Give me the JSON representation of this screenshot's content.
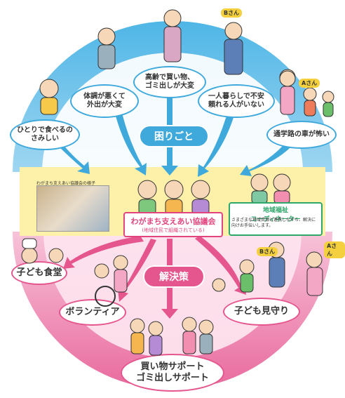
{
  "colors": {
    "blue": "#3fa9dc",
    "pink": "#e96a9e",
    "yellow": "#fde98a",
    "green": "#2ea76a",
    "header_pink": "#e2457e"
  },
  "problems": {
    "label": "困りごと",
    "items": [
      {
        "text": "ひとりで食べるの\nさみしい"
      },
      {
        "text": "体調が悪くて\n外出が大変"
      },
      {
        "text": "高齢で買い物、\nゴミ出しが大変"
      },
      {
        "text": "一人暮らしで不安\n頼れる人がいない"
      },
      {
        "text": "通学路の車が怖い"
      }
    ]
  },
  "badges": {
    "b_top": "Bさん",
    "a_top": "Aさん",
    "b_bottom": "Bさん",
    "a_bottom": "Aさん"
  },
  "council": {
    "photo_caption": "わがまち支えあい協議会の様子",
    "title": "わがまち支えあい協議会",
    "subtitle": "(地域住民で組織されている)"
  },
  "coordinator": {
    "title_line1": "地域福祉",
    "title_line2": "コーディネーター",
    "desc": "さまざまな地域資源と連携しながら、解決に向けお手伝いします。"
  },
  "solutions": {
    "label": "解決策",
    "items": [
      {
        "text": "子ども食堂"
      },
      {
        "text": "ボランティア"
      },
      {
        "text": "子ども見守り"
      },
      {
        "text": "買い物サポート\nゴミ出しサポート"
      }
    ]
  }
}
